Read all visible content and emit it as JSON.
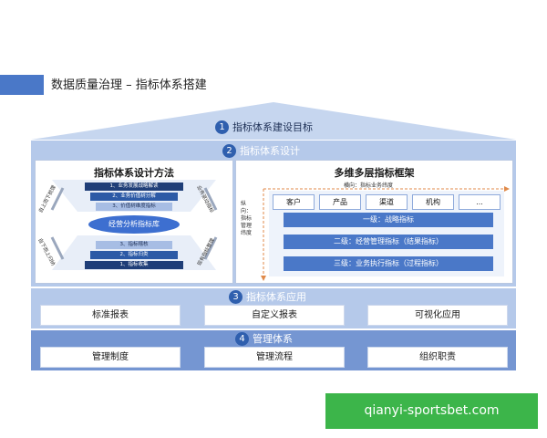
{
  "header": {
    "title": "数据质量治理 – 指标体系搭建"
  },
  "sections": {
    "s1": {
      "number": "1",
      "label": "指标体系建设目标"
    },
    "s2": {
      "number": "2",
      "label": "指标体系设计"
    },
    "s3": {
      "number": "3",
      "label": "指标体系应用"
    },
    "s4": {
      "number": "4",
      "label": "管理体系"
    }
  },
  "method": {
    "title": "指标体系设计方法",
    "top_rows": [
      "1、业务发展战略解读",
      "2、业务价值树分解",
      "3、价值树维度指标"
    ],
    "core": "经营分析指标库",
    "bottom_rows": [
      "3、指标稽核",
      "2、指标归类",
      "1、指标收集"
    ],
    "side_labels": {
      "top_left": "自上而下梳理",
      "top_right": "业务驱动指标",
      "bottom_left": "自下而上归纳",
      "bottom_right": "现有指标整理"
    }
  },
  "framework": {
    "title": "多维多层指标框架",
    "horizontal_label": "横向：指标业务纬度",
    "vertical_label": "纵向：指标管理纬度",
    "dimensions": [
      "客户",
      "产品",
      "渠道",
      "机构",
      "..."
    ],
    "levels": [
      "一级：战略指标",
      "二级：经营管理指标（结果指标）",
      "三级：业务执行指标（过程指标）"
    ]
  },
  "application": {
    "items": [
      "标准报表",
      "自定义报表",
      "可视化应用"
    ]
  },
  "management": {
    "items": [
      "管理制度",
      "管理流程",
      "组织职责"
    ]
  },
  "watermark": {
    "text": "qianyi-sportsbet.com"
  },
  "colors": {
    "accent": "#4a78c8",
    "light_band": "#b5c9ea",
    "dark_band": "#7596d2",
    "badge": "#2f5fae",
    "watermark": "#3cb54a"
  }
}
